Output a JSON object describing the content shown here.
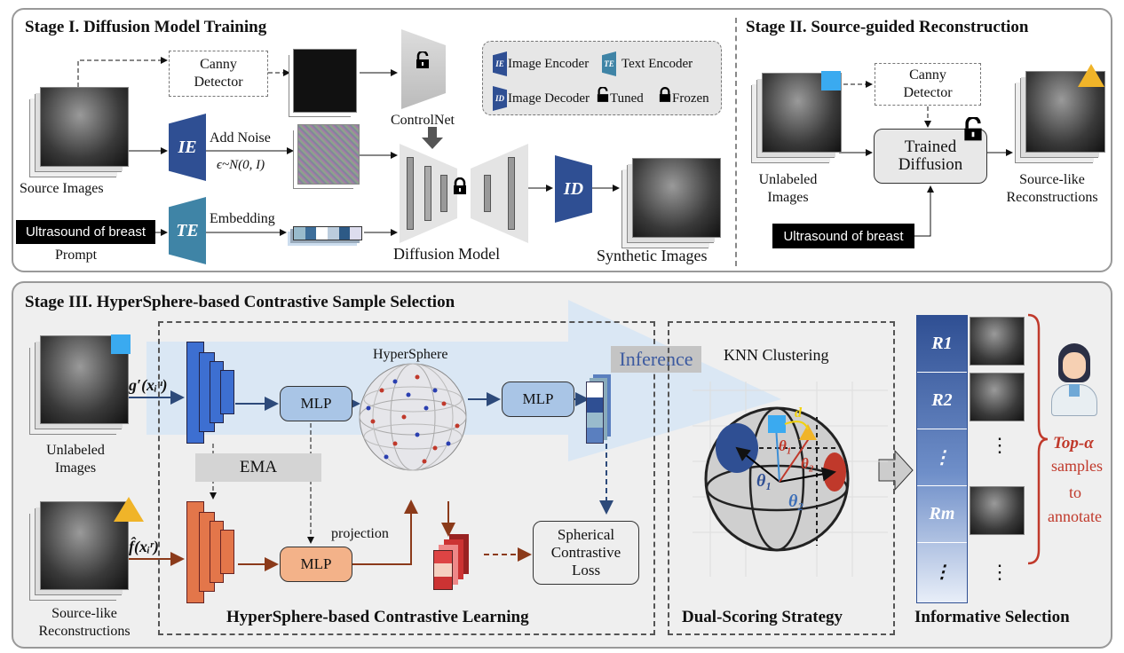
{
  "stage1": {
    "title": "Stage I. Diffusion Model Training",
    "source_images": "Source Images",
    "canny": "Canny Detector",
    "controlnet": "ControlNet",
    "add_noise": "Add Noise",
    "noise_eq": "ϵ~N(0, I)",
    "embedding": "Embedding",
    "prompt_text": "Ultrasound of breast",
    "prompt_label": "Prompt",
    "diffusion_model": "Diffusion Model",
    "synthetic": "Synthetic Images",
    "ie": "IE",
    "te": "TE",
    "id": "ID"
  },
  "legend": {
    "image_encoder": "Image Encoder",
    "text_encoder": "Text Encoder",
    "image_decoder": "Image Decoder",
    "tuned": "Tuned",
    "frozen": "Frozen"
  },
  "stage2": {
    "title": "Stage II. Source-guided Reconstruction",
    "unlabeled": "Unlabeled Images",
    "canny": "Canny Detector",
    "trained": "Trained Diffusion",
    "prompt_text": "Ultrasound of breast",
    "source_like": "Source-like Reconstructions"
  },
  "stage3": {
    "title": "Stage III. HyperSphere-based Contrastive Sample Selection",
    "unlabeled": "Unlabeled Images",
    "source_like": "Source-like Reconstructions",
    "g_label": "g′(xᵢᵘ)",
    "f_label": "f̂(xᵢʳ)",
    "ema": "EMA",
    "mlp": "MLP",
    "hypersphere": "HyperSphere",
    "projection": "projection",
    "loss": "Spherical Contrastive Loss",
    "inference": "Inference",
    "hcl_label": "HyperSphere-based Contrastive Learning",
    "knn": "KNN Clustering",
    "dual": "Dual-Scoring Strategy",
    "d": "d",
    "theta1": "θ₁",
    "theta2": "θ₂",
    "ranks": [
      "R1",
      "R2",
      "⋮",
      "Rm",
      "⋮"
    ],
    "dots": "⋮",
    "top": "Top-α",
    "samples": "samples",
    "to": "to",
    "annotate": "annotate",
    "informative": "Informative Selection"
  },
  "colors": {
    "encoder": "#2f4f93",
    "text_encoder": "#3f84a6",
    "mlp_blue": "#a9c5e6",
    "mlp_orange": "#f3b289",
    "accent_red": "#c0392b",
    "inference_band": "#d6e5f4"
  }
}
